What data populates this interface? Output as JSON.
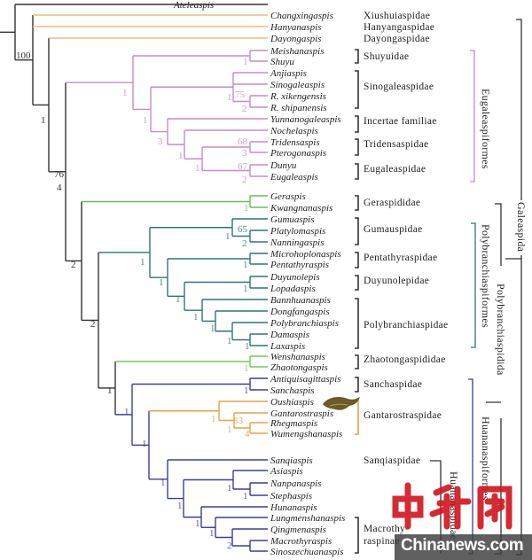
{
  "colors": {
    "outgroup": "#333333",
    "early_galeaspids": "#e2c27a",
    "eugaleaspiformes": "#c68bc6",
    "geraspididae": "#6abf55",
    "polybranchiaspiformes": "#2f7478",
    "zhaotongaspididae": "#77c855",
    "huananaspiformes": "#3a3d9e",
    "gantarostraspidae": "#e3a24a",
    "watermark_red": "#d2141c"
  },
  "taxa": [
    "Ateleaspis",
    "Changxingaspis",
    "Hanyanaspis",
    "Dayongaspis",
    "Meishanaspis",
    "Shuyu",
    "Anjiaspis",
    "Sinogaleaspis",
    "R. xikengensis",
    "R. shipanensis",
    "Yunnanogaleaspis",
    "Nochelaspis",
    "Tridensaspis",
    "Pterogonaspis",
    "Dunyu",
    "Eugaleaspis",
    "Geraspis",
    "Kwangnanaspis",
    "Gumuaspis",
    "Platylomaspis",
    "Nanningaspis",
    "Microhoplonaspis",
    "Pentathyraspis",
    "Duyunolepis",
    "Lopadaspis",
    "Bannhuanaspis",
    "Dongfangaspis",
    "Polybranchiaspis",
    "Damaspis",
    "Laxaspis",
    "Wenshanaspis",
    "Zhaotongaspis",
    "Antiquisagittaspis",
    "Sanchaspis",
    "Oushiaspis",
    "Gantarostraspis",
    "Rhegmaspis",
    "Wumengshanaspis",
    "Sanqiaspis",
    "Asiaspis",
    "Nanpanaspis",
    "Stephaspis",
    "Hunanaspis",
    "Lungmenshanaspis",
    "Qingmenaspis",
    "Macrothyraspis",
    "Sinoszechuanaspis"
  ],
  "support_values": [
    "100",
    "1",
    "76",
    "4",
    "1",
    "1",
    "1",
    "75",
    "2",
    "1",
    "3",
    "1",
    "1",
    "68",
    "3",
    "67",
    "2",
    "1",
    "2",
    "65",
    "1",
    "2",
    "1",
    "1",
    "1",
    "1",
    "1",
    "1",
    "1",
    "1",
    "1",
    "2",
    "1",
    "1",
    "1",
    "1",
    "1",
    "83",
    "1",
    "4",
    "1",
    "1",
    "1",
    "1",
    "1",
    "1",
    "1",
    "2"
  ],
  "families": [
    "Xiushuiaspidae",
    "Hanyangaspidae",
    "Dayongaspidae",
    "Shuyuidae",
    "Sinogaleaspidae",
    "Incertae familiae",
    "Tridensaspidae",
    "Eugaleaspidae",
    "Geraspididae",
    "Gumauspidae",
    "Pentathyraspidae",
    "Duyunolepidae",
    "Polybranchiaspidae",
    "Zhaotongaspididae",
    "Sanchaspidae",
    "Gantarostraspidae",
    "Sanqiaspidae",
    "Macrothy-",
    "raspinae"
  ],
  "higher_clades": {
    "eugaleaspiformes": "Eugaleaspiformes",
    "polybranchiaspiformes": "Polybranchiaspiformes",
    "polybranchiaspidida": "Polybranchiaspidida",
    "galeaspida": "Galeaspida",
    "huananaspiformes": "Huananaspiformes",
    "huananaspidae": "Huananaspidae"
  },
  "watermark": {
    "chinese": "中新网",
    "site": "Chinanews.com"
  }
}
